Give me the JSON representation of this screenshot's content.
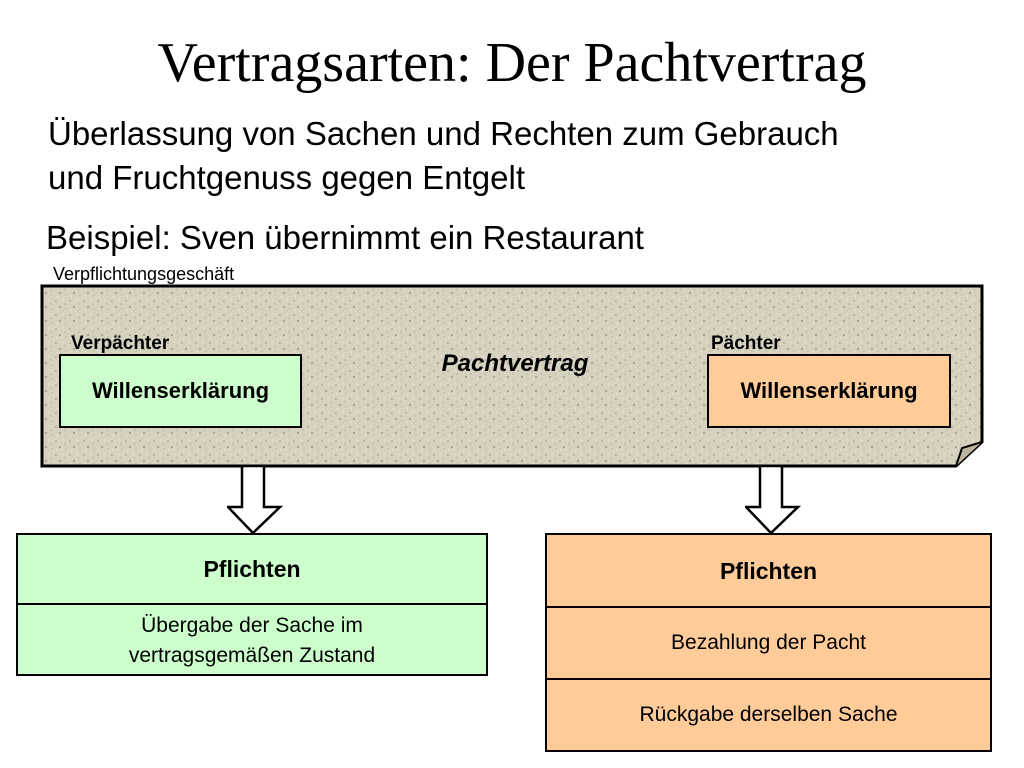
{
  "title": "Vertragsarten: Der Pachtvertrag",
  "bullets": {
    "definition_line1": "Überlassung von Sachen und Rechten zum Gebrauch",
    "definition_line2": "und Fruchtgenuss gegen Entgelt",
    "example": "Beispiel: Sven übernimmt ein Restaurant"
  },
  "panel": {
    "caption": "Verpflichtungsgeschäft",
    "contract_label": "Pachtvertrag",
    "left_party": "Verpächter",
    "right_party": "Pächter",
    "left_declaration": "Willenserklärung",
    "right_declaration": "Willenserklärung"
  },
  "duties_left": {
    "header": "Pflichten",
    "items": [
      "Übergabe der Sache im vertragsgemäßen Zustand"
    ],
    "item_line1": "Übergabe der Sache im",
    "item_line2": "vertragsgemäßen Zustand"
  },
  "duties_right": {
    "header": "Pflichten",
    "items": [
      "Bezahlung der Pacht",
      "Rückgabe derselben Sache"
    ]
  },
  "colors": {
    "left_fill": "#ccffcc",
    "right_fill": "#ffcc99",
    "panel_texture": "#d7d2c0"
  }
}
